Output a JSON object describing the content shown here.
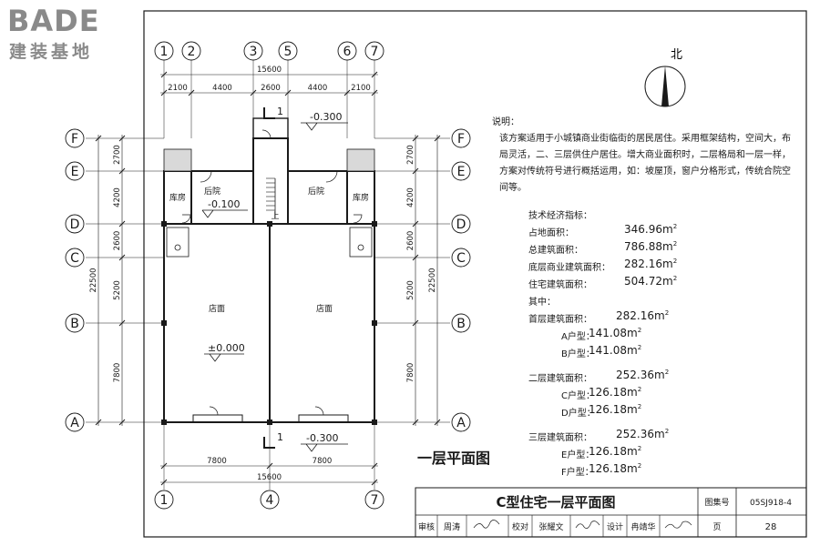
{
  "logo": {
    "word": "BADE",
    "subtitle": "建装基地"
  },
  "plan": {
    "axes_top": [
      "1",
      "2",
      "3",
      "5",
      "6",
      "7"
    ],
    "axes_bottom": [
      "1",
      "4",
      "7"
    ],
    "axes_rows": [
      "F",
      "E",
      "D",
      "C",
      "B",
      "A"
    ],
    "dims_top_total": "15600",
    "dims_top": [
      "2100",
      "4400",
      "2600",
      "4400",
      "2100"
    ],
    "dims_bottom": [
      "7800",
      "7800"
    ],
    "dims_bottom_total": "15600",
    "dims_side": [
      "2700",
      "4200",
      "2600",
      "5200",
      "7800"
    ],
    "dims_side_total": "22500",
    "section_mark": "1",
    "levels": {
      "entry_top": "-0.300",
      "courtyard": "-0.100",
      "ground": "±0.000",
      "entry_bottom": "-0.300"
    },
    "rooms": {
      "storage": "库房",
      "backyard": "后院",
      "shop": "店面",
      "up": "上"
    }
  },
  "north": {
    "label": "北"
  },
  "notes": {
    "title": "说明：",
    "body": "该方案适用于小城镇商业街临街的居民居住。采用框架结构，空间大，布局灵活，二、三层供住户居住。增大商业面积时，二层格局和一层一样，方案对传统符号进行概括运用，如：坡屋顶，窗户分格形式，传统合院空间等。"
  },
  "stats": {
    "title": "技术经济指标：",
    "land": {
      "label": "占地面积：",
      "value": "346.96m"
    },
    "total": {
      "label": "总建筑面积：",
      "value": "786.88m"
    },
    "commercial": {
      "label": "底层商业建筑面积：",
      "value": "282.16m"
    },
    "residential": {
      "label": "住宅建筑面积：",
      "value": "504.72m"
    },
    "among": "其中：",
    "floor1": {
      "label": "首层建筑面积：",
      "value": "282.16m"
    },
    "a": {
      "label": "A户型：",
      "value": "141.08m"
    },
    "b": {
      "label": "B户型：",
      "value": "141.08m"
    },
    "floor2": {
      "label": "二层建筑面积：",
      "value": "252.36m"
    },
    "c": {
      "label": "C户型：",
      "value": "126.18m"
    },
    "d": {
      "label": "D户型：",
      "value": "126.18m"
    },
    "floor3": {
      "label": "三层建筑面积：",
      "value": "252.36m"
    },
    "e": {
      "label": "E户型：",
      "value": "126.18m"
    },
    "f": {
      "label": "F户型：",
      "value": "126.18m"
    },
    "sup": "2"
  },
  "caption": "一层平面图",
  "title_block": {
    "title": "C型住宅一层平面图",
    "atlas_label": "图集号",
    "atlas_no": "05SJ918-4",
    "review_label": "审核",
    "review_name": "周涛",
    "check_label": "校对",
    "check_name": "张耀文",
    "design_label": "设计",
    "design_name": "冉靖华",
    "page_label": "页",
    "page_no": "28"
  }
}
